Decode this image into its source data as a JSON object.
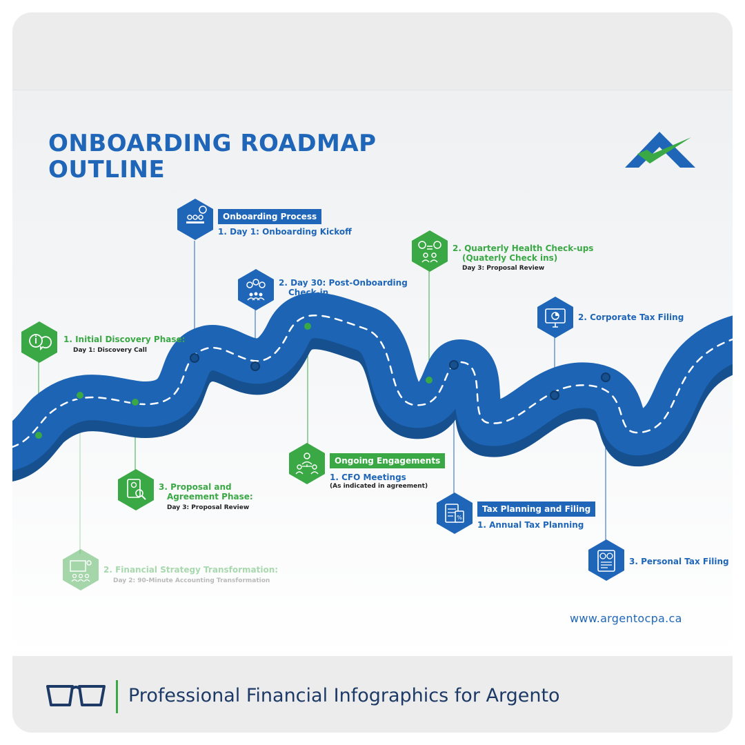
{
  "poster": {
    "title_line1": "ONBOARDING ROADMAP",
    "title_line2": "OUTLINE",
    "url": "www.argentocpa.ca"
  },
  "colors": {
    "blue": "#1f66b8",
    "green": "#3aa845",
    "road": "#1d64b5"
  },
  "milestones": {
    "initial_discovery": {
      "title": "1. Initial Discovery Phase:",
      "sub": "Day 1: Discovery Call",
      "icon": "chat-info-icon"
    },
    "onboarding_process": {
      "header": "Onboarding Process",
      "title": "1. Day 1: Onboarding Kickoff",
      "icon": "meeting-icon"
    },
    "day30": {
      "title_line1": "2. Day 30: Post-Onboarding",
      "title_line2": "Check-in",
      "icon": "money-team-icon"
    },
    "quarterly": {
      "title_line1": "2. Quarterly Health Check-ups",
      "title_line2": "(Quaterly Check ins)",
      "sub": "Day 3: Proposal Review",
      "icon": "discussion-icon"
    },
    "corporate_tax": {
      "title": "2. Corporate Tax Filing",
      "icon": "monitor-chart-icon"
    },
    "proposal": {
      "title_line1": "3. Proposal and",
      "title_line2": "Agreement Phase:",
      "sub": "Day 3: Proposal Review",
      "icon": "document-search-icon"
    },
    "ongoing": {
      "header": "Ongoing Engagements",
      "title": "1. CFO Meetings",
      "sub": "(As indicated in agreement)",
      "icon": "team-network-icon"
    },
    "tax_planning": {
      "header": "Tax Planning and Filing",
      "title": "1. Annual Tax Planning",
      "icon": "tax-document-icon"
    },
    "personal_tax": {
      "title": "3. Personal Tax Filing",
      "icon": "tax-form-icon"
    },
    "financial_strategy": {
      "title": "2. Financial Strategy Transformation:",
      "sub": "Day 2: 90-Minute Accounting Transformation",
      "icon": "presentation-icon"
    }
  },
  "footer": {
    "text": "Professional Financial Infographics for Argento"
  }
}
